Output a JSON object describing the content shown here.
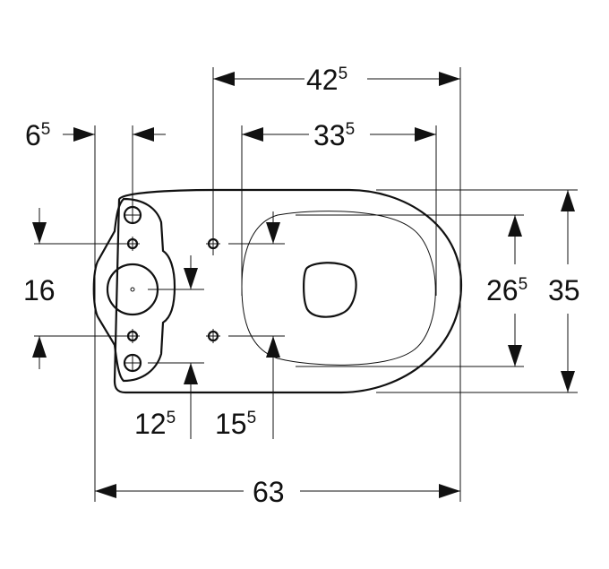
{
  "diagram": {
    "dimensions": [
      {
        "id": "dim-42",
        "main": "42",
        "sup": "5"
      },
      {
        "id": "dim-33",
        "main": "33",
        "sup": "5"
      },
      {
        "id": "dim-6",
        "main": "6",
        "sup": "5"
      },
      {
        "id": "dim-16",
        "main": "16",
        "sup": ""
      },
      {
        "id": "dim-26",
        "main": "26",
        "sup": "5"
      },
      {
        "id": "dim-35",
        "main": "35",
        "sup": ""
      },
      {
        "id": "dim-12",
        "main": "12",
        "sup": "5"
      },
      {
        "id": "dim-15",
        "main": "15",
        "sup": "5"
      },
      {
        "id": "dim-63",
        "main": "63",
        "sup": ""
      }
    ]
  }
}
